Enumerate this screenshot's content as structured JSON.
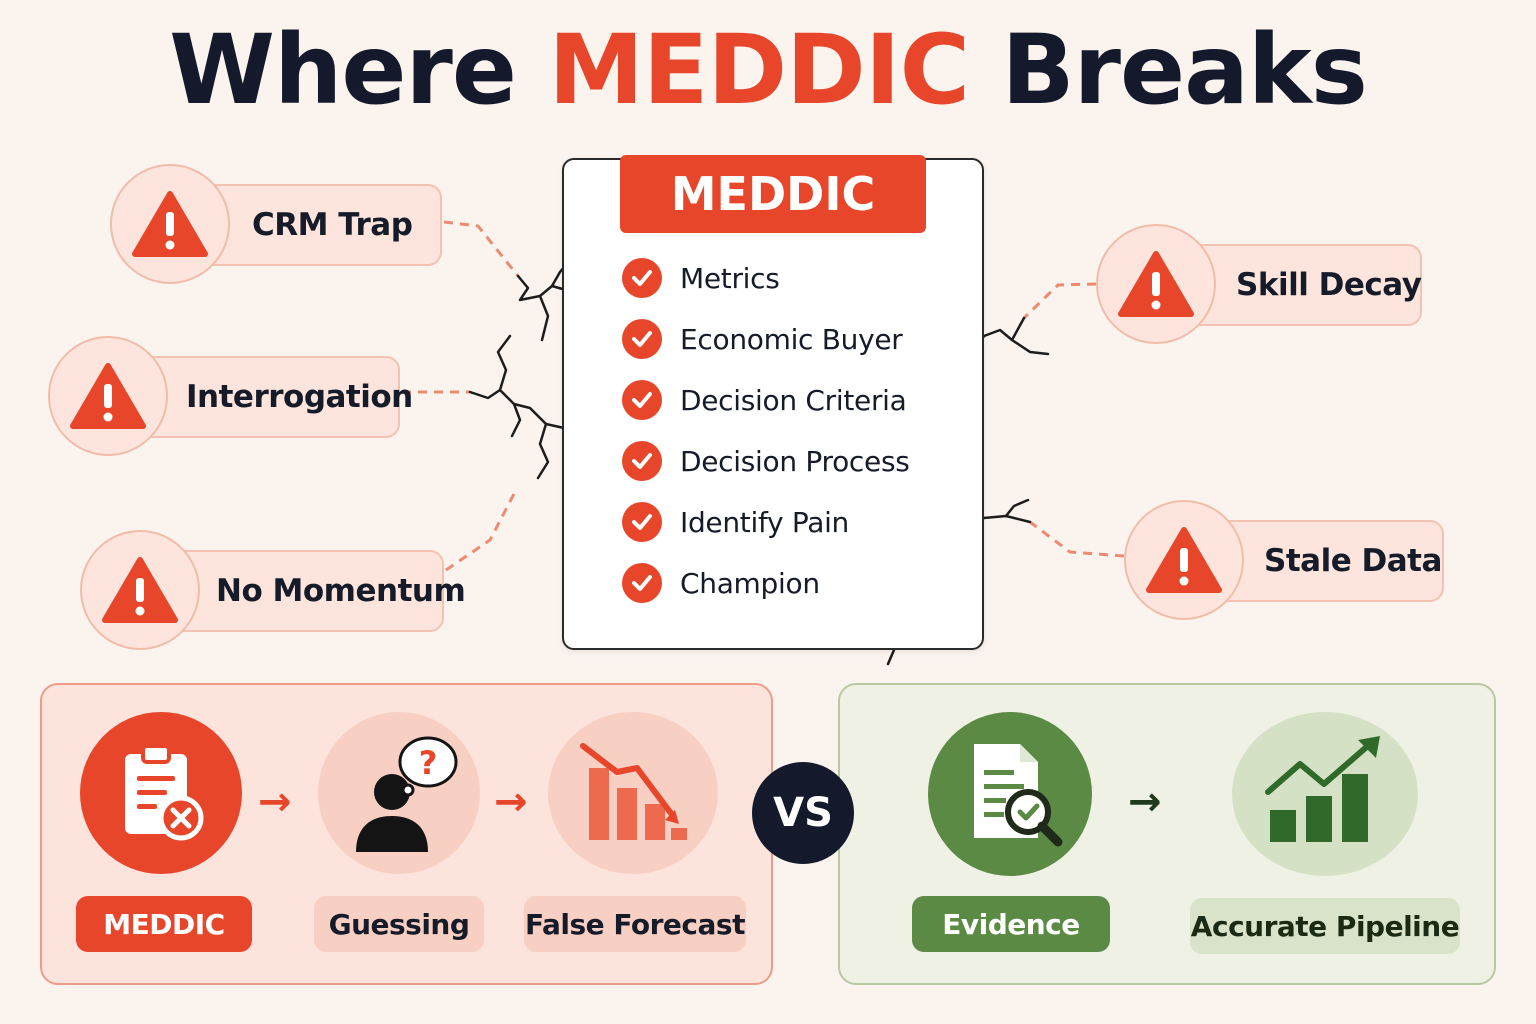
{
  "title": {
    "prefix": "Where",
    "highlight": "MEDDIC",
    "suffix": "Breaks"
  },
  "colors": {
    "accent": "#e8462a",
    "dark": "#141a2b",
    "pill": "#fde5dd",
    "green": "#5a8a44",
    "green_light": "#d5e1c5"
  },
  "issues": [
    {
      "label": "CRM Trap",
      "icon": "warning-triangle-icon"
    },
    {
      "label": "Interrogation",
      "icon": "warning-triangle-icon"
    },
    {
      "label": "No Momentum",
      "icon": "warning-triangle-icon"
    },
    {
      "label": "Skill Decay",
      "icon": "warning-triangle-icon"
    },
    {
      "label": "Stale Data",
      "icon": "warning-triangle-icon"
    }
  ],
  "card": {
    "header": "MEDDIC",
    "items": [
      "Metrics",
      "Economic Buyer",
      "Decision Criteria",
      "Decision Process",
      "Identify Pain",
      "Champion"
    ]
  },
  "flow_bad": {
    "steps": [
      {
        "label": "MEDDIC",
        "icon": "clipboard-x-icon"
      },
      {
        "label": "Guessing",
        "icon": "person-question-icon"
      },
      {
        "label": "False Forecast",
        "icon": "declining-chart-icon"
      }
    ]
  },
  "vs": "VS",
  "flow_good": {
    "steps": [
      {
        "label": "Evidence",
        "icon": "document-magnifier-icon"
      },
      {
        "label": "Accurate Pipeline",
        "icon": "rising-chart-icon"
      }
    ]
  }
}
